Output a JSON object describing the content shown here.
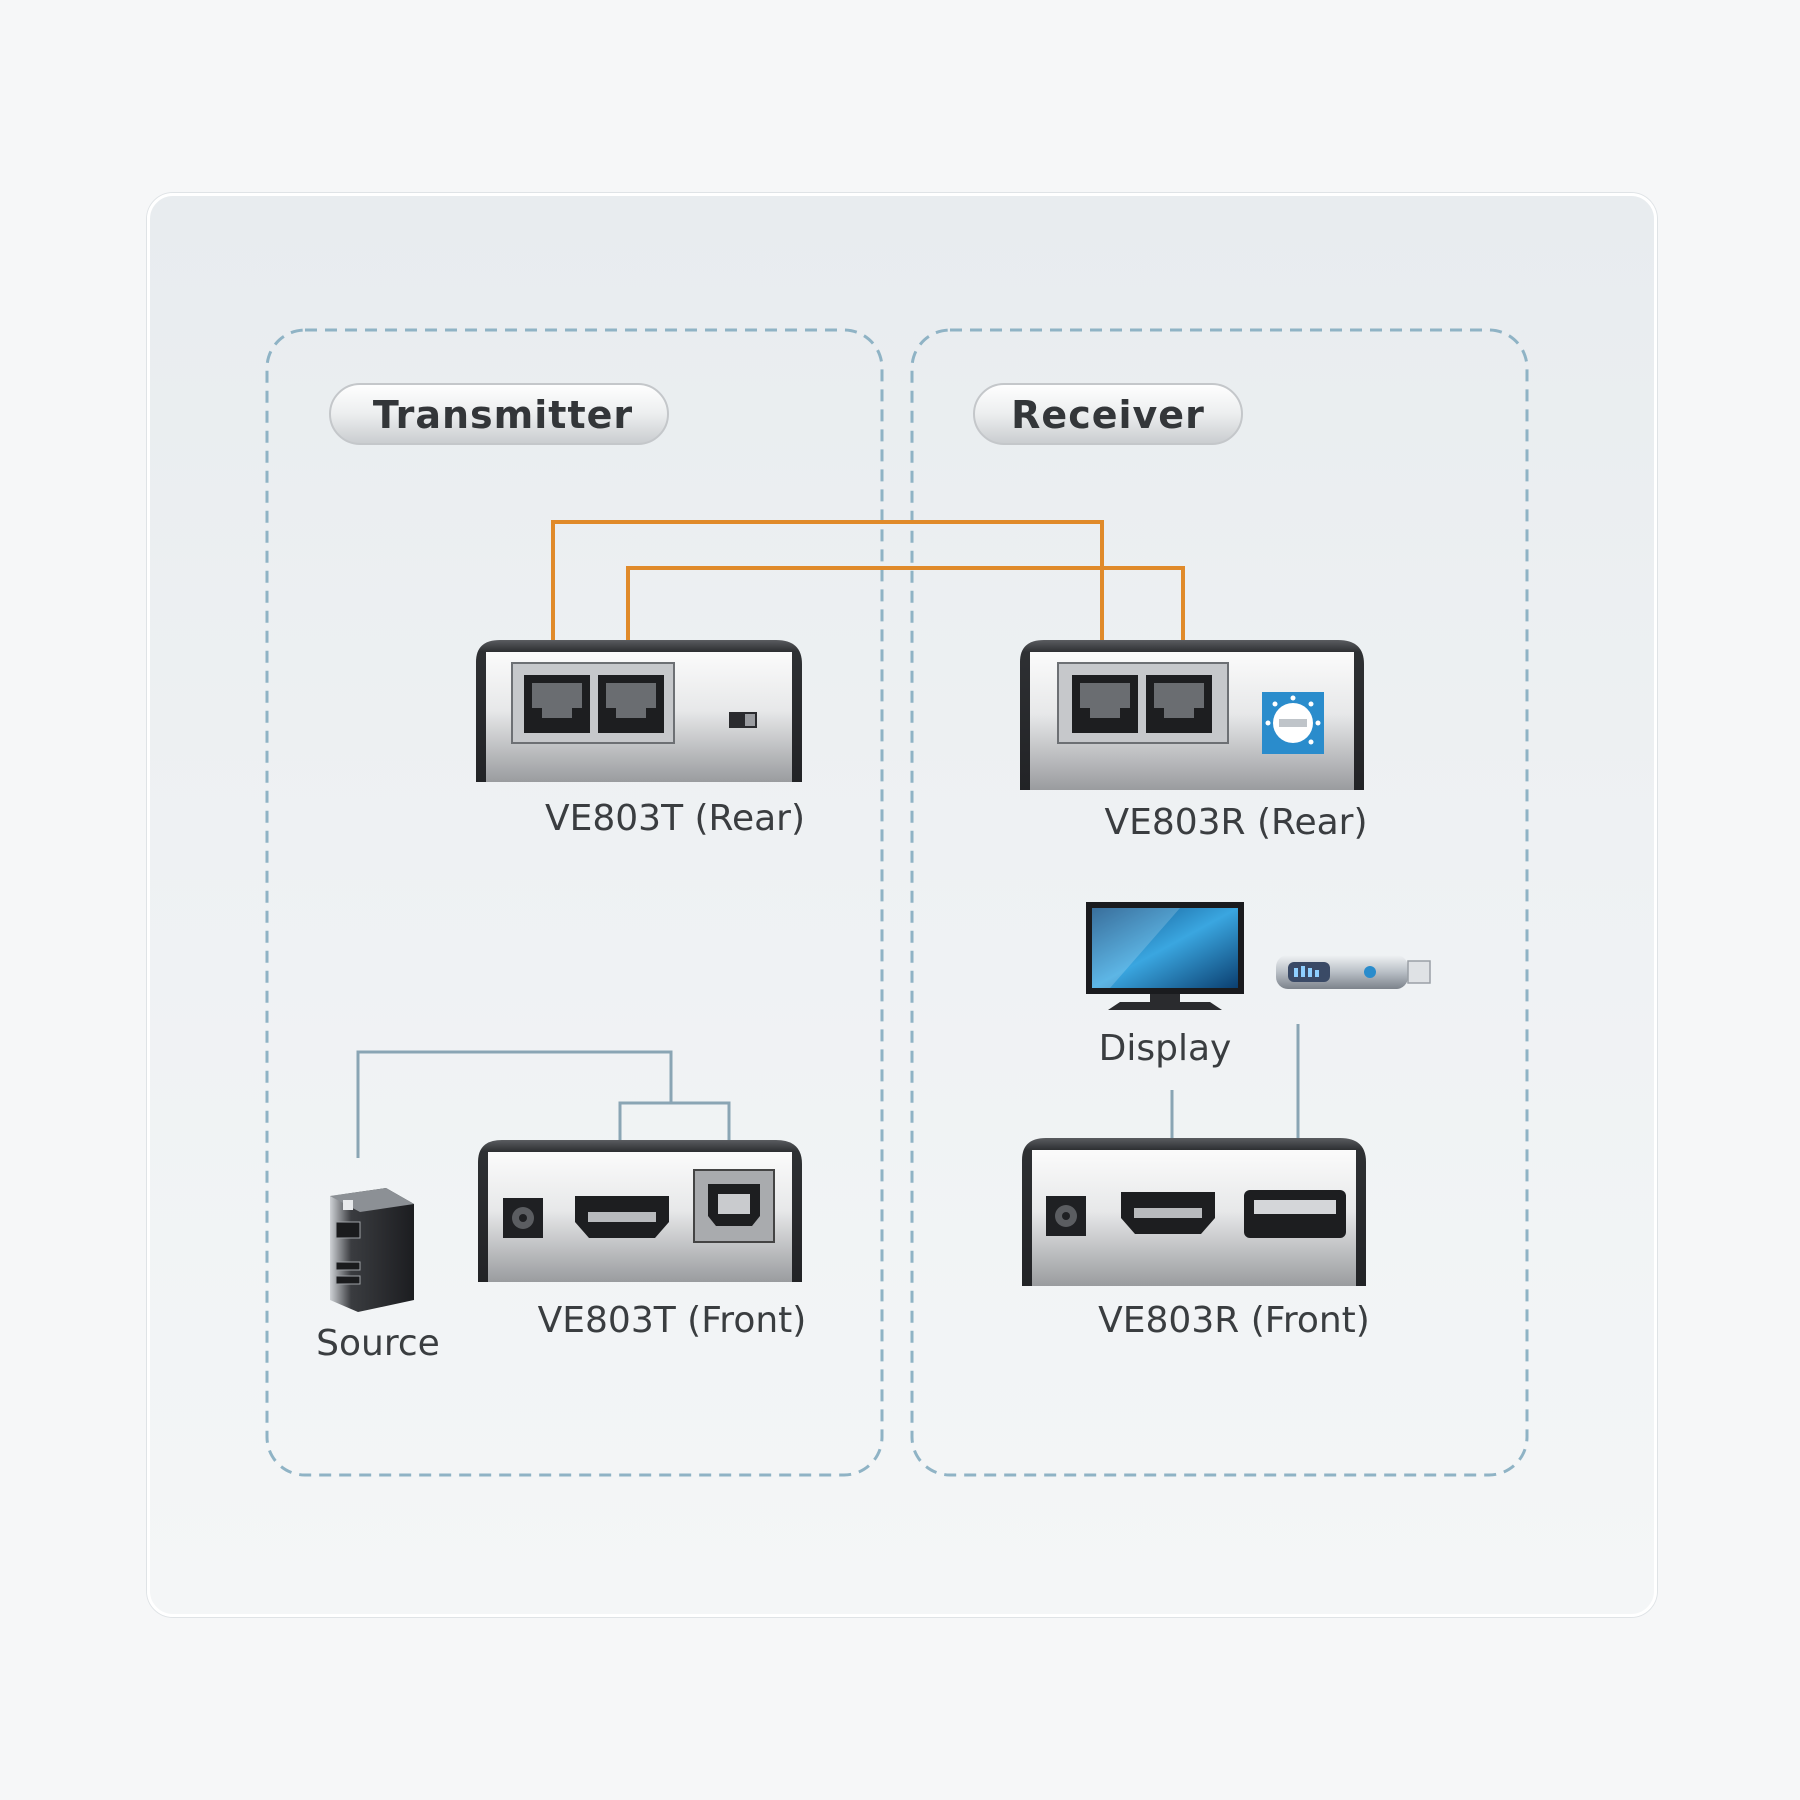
{
  "diagram": {
    "transmitter_title": "Transmitter",
    "receiver_title": "Receiver",
    "tx_rear_label": "VE803T (Rear)",
    "tx_front_label": "VE803T (Front)",
    "rx_rear_label": "VE803R (Rear)",
    "rx_front_label": "VE803R (Front)",
    "source_label": "Source",
    "display_label": "Display",
    "colors": {
      "cable_cat": "#e08a2a",
      "cable_av": "#8aa5b4",
      "panel_border": "#8fb3c5",
      "device_dark": "#3c3e42",
      "accent_blue": "#2a8ccc"
    },
    "icons": [
      "rj45-port-icon",
      "rotary-switch-icon",
      "power-jack-icon",
      "hdmi-port-icon",
      "usb-b-port-icon",
      "usb-a-port-icon",
      "pc-tower-icon",
      "monitor-icon",
      "usb-stick-icon"
    ]
  }
}
